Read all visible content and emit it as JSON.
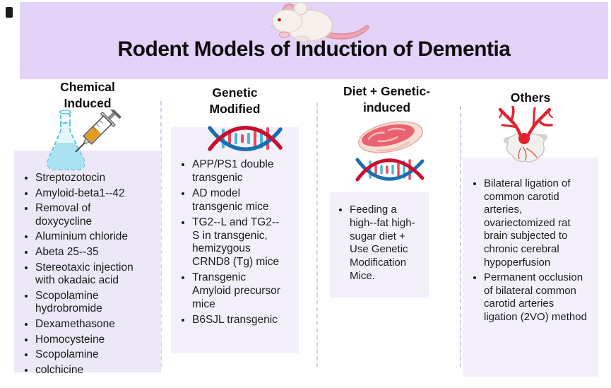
{
  "title": "Rodent Models of Induction of Dementia",
  "colors": {
    "header_bg": "#E3D3F8",
    "panel_bg": "#F3F0FB",
    "panel_bg_first": "#ECE8F7",
    "divider": "#D9CBF2",
    "text": "#111111"
  },
  "icons": [
    "mouse-illustration",
    "flask-syringe-icon",
    "dna-icon",
    "meat-dna-icon",
    "heart-arteries-icon"
  ],
  "columns": [
    {
      "title": "Chemical Induced",
      "icon": "flask-syringe-icon",
      "items": [
        "Streptozotocin",
        "Amyloid-beta1--42",
        "Removal of doxycycline",
        "Aluminium chloride",
        "Abeta 25--35",
        "Stereotaxic injection with okadaic acid",
        "Scopolamine hydrobromide",
        "Dexamethasone",
        "Homocysteine",
        "Scopolamine",
        "colchicine"
      ]
    },
    {
      "title": "Genetic Modified",
      "icon": "dna-icon",
      "items": [
        "APP/PS1 double transgenic",
        "AD model transgenic mice",
        "TG2--L and TG2--S in transgenic, hemizygous CRND8 (Tg) mice",
        "Transgenic Amyloid precursor mice",
        "B6SJL transgenic"
      ]
    },
    {
      "title": "Diet + Genetic-induced",
      "icon": "meat-dna-icon",
      "items": [
        "Feeding a high--fat high-sugar diet + Use Genetic Modification Mice."
      ]
    },
    {
      "title": "Others",
      "icon": "heart-arteries-icon",
      "items": [
        "Bilateral ligation of common carotid arteries, ovariectomized rat brain subjected to chronic cerebral hypoperfusion",
        "Permanent occlusion of bilateral common carotid arteries ligation (2VO) method"
      ]
    }
  ]
}
